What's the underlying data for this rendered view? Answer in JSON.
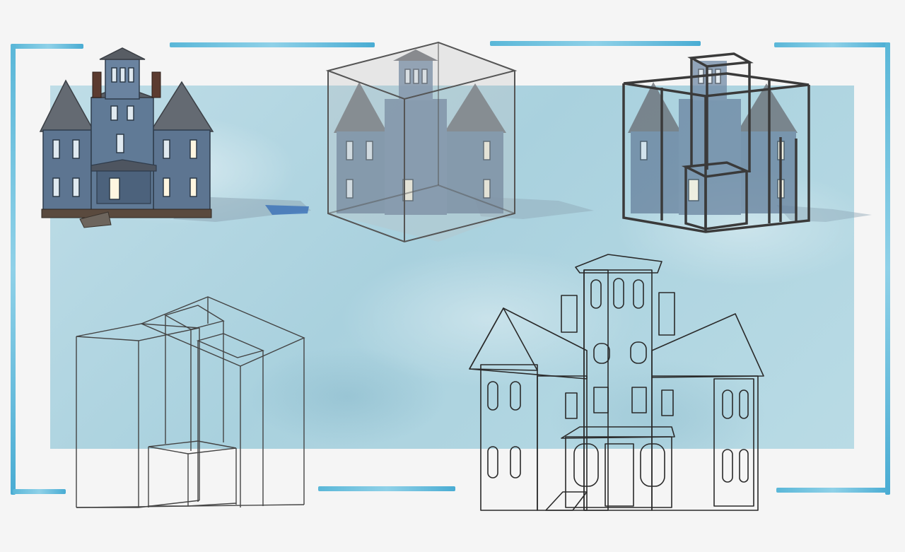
{
  "colors": {
    "background": "#f5f5f5",
    "panel": "#b3d7e2",
    "frame_accent": "#5ab7d8",
    "house_wall": "#5f7894",
    "house_roof": "#6b6f76",
    "wireframe": "#555555",
    "sketch_fill": "#dcdcdc",
    "sketch_line": "#2a2a2a"
  },
  "stages": [
    {
      "id": "render",
      "icon": "victorian-house-render"
    },
    {
      "id": "render-bounding-box",
      "icon": "victorian-house-with-box"
    },
    {
      "id": "render-block-boxes",
      "icon": "victorian-house-with-blocks"
    },
    {
      "id": "wireframe-blocks",
      "icon": "wireframe-boxes"
    },
    {
      "id": "greyscale-sketch",
      "icon": "victorian-house-sketch"
    }
  ]
}
